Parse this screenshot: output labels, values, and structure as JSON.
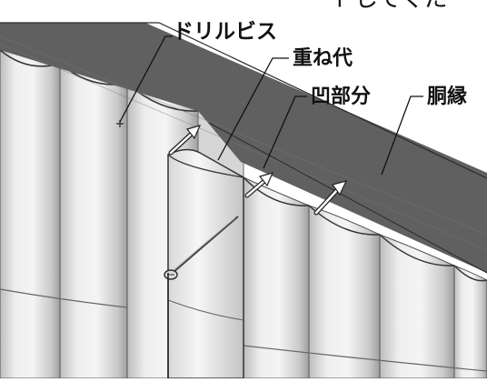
{
  "labels": {
    "top_text": "ートしてくた",
    "drill_screw": "ドリルビス",
    "overlap": "重ね代",
    "recess": "凹部分",
    "body_edge": "胴縁"
  },
  "colors": {
    "top_board": "#5f5f5f",
    "top_board_side": "#3c3c3c",
    "panel_light": "#eaeaea",
    "panel_mid": "#cfcfcf",
    "panel_dark": "#a9a9a9",
    "line": "#222222",
    "arrow_fill": "#ffffff"
  }
}
